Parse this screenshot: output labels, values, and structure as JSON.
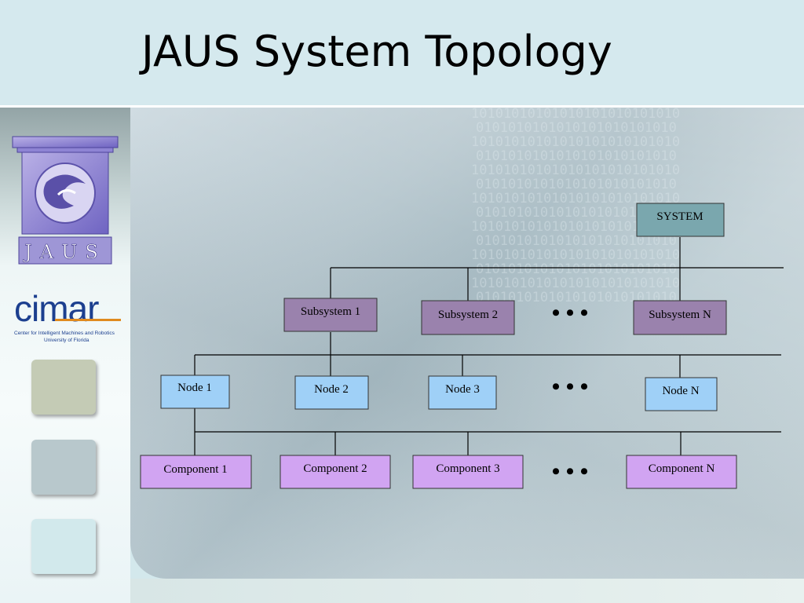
{
  "slide": {
    "title": "JAUS System Topology"
  },
  "logos": {
    "jaus_text": "JAUS",
    "cimar_text": "cimar",
    "cimar_subtitle_1": "Center for Intelligent Machines and Robotics",
    "cimar_subtitle_2": "University of Florida"
  },
  "diagram": {
    "system": "SYSTEM",
    "subsystems": [
      "Subsystem 1",
      "Subsystem 2",
      "Subsystem N"
    ],
    "nodes": [
      "Node 1",
      "Node 2",
      "Node 3",
      "Node N"
    ],
    "components": [
      "Component 1",
      "Component 2",
      "Component 3",
      "Component N"
    ],
    "ellipsis": "• • •"
  },
  "colors": {
    "system_fill": "#7aa7ae",
    "subsystem_fill": "#9a82ad",
    "node_fill": "#9fd0f7",
    "component_fill": "#d1a4f2"
  }
}
